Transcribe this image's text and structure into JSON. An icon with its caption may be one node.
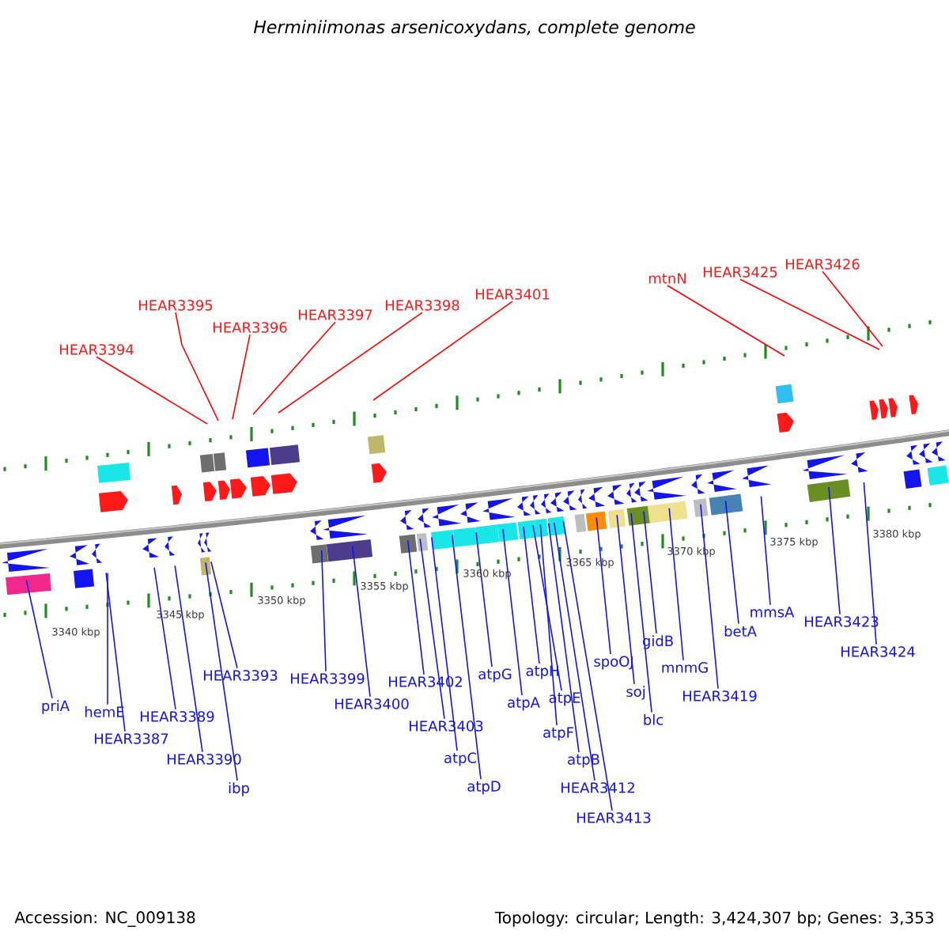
{
  "diagram": {
    "title": "Herminiimonas arsenicoxydans, complete genome",
    "nodes": [
      {
        "text": [
          "HEAR3394"
        ]
      },
      {
        "text": [
          "HEAR3395"
        ]
      },
      {
        "text": [
          "HEAR3396"
        ]
      },
      {
        "text": [
          "HEAR3397"
        ]
      },
      {
        "text": [
          "HEAR3398"
        ]
      },
      {
        "text": [
          "HEAR3401"
        ]
      },
      {
        "text": [
          "mtnN"
        ]
      },
      {
        "text": [
          "HEAR3425"
        ]
      },
      {
        "text": [
          "HEAR3426"
        ]
      },
      {
        "text": [
          "priA"
        ]
      },
      {
        "text": [
          "hemE"
        ]
      },
      {
        "text": [
          "HEAR3387"
        ]
      },
      {
        "text": [
          "HEAR3389"
        ]
      },
      {
        "text": [
          "HEAR3390"
        ]
      },
      {
        "text": [
          "ibp"
        ]
      },
      {
        "text": [
          "HEAR3393"
        ]
      },
      {
        "text": [
          "HEAR3399"
        ]
      },
      {
        "text": [
          "HEAR3400"
        ]
      },
      {
        "text": [
          "HEAR3402"
        ]
      },
      {
        "text": [
          "HEAR3403"
        ]
      },
      {
        "text": [
          "atpC"
        ]
      },
      {
        "text": [
          "atpD"
        ]
      },
      {
        "text": [
          "atpG"
        ]
      },
      {
        "text": [
          "atpA"
        ]
      },
      {
        "text": [
          "atpH"
        ]
      },
      {
        "text": [
          "atpE"
        ]
      },
      {
        "text": [
          "atpF"
        ]
      },
      {
        "text": [
          "atpB"
        ]
      },
      {
        "text": [
          "HEAR3412"
        ]
      },
      {
        "text": [
          "HEAR3413"
        ]
      },
      {
        "text": [
          "spoOJ"
        ]
      },
      {
        "text": [
          "soj"
        ]
      },
      {
        "text": [
          "blc"
        ]
      },
      {
        "text": [
          "gidB"
        ]
      },
      {
        "text": [
          "mnmG"
        ]
      },
      {
        "text": [
          "HEAR3419"
        ]
      },
      {
        "text": [
          "betA"
        ]
      },
      {
        "text": [
          "mmsA"
        ]
      },
      {
        "text": [
          "HEAR3423"
        ]
      },
      {
        "text": [
          "HEAR3424"
        ]
      }
    ],
    "edges": [
      {
        "from": 0,
        "to": null,
        "arrow": "none",
        "color": "#ff0000"
      },
      {
        "from": 1,
        "to": null,
        "arrow": "none",
        "color": "#ff0000"
      },
      {
        "from": 2,
        "to": null,
        "arrow": "none",
        "color": "#ff0000"
      },
      {
        "from": 3,
        "to": null,
        "arrow": "none",
        "color": "#ff0000"
      },
      {
        "from": 4,
        "to": null,
        "arrow": "none",
        "color": "#ff0000"
      },
      {
        "from": 5,
        "to": null,
        "arrow": "none",
        "color": "#ff0000"
      },
      {
        "from": 6,
        "to": null,
        "arrow": "none",
        "color": "#ff0000"
      },
      {
        "from": 7,
        "to": null,
        "arrow": "none",
        "color": "#ff0000"
      },
      {
        "from": 8,
        "to": null,
        "arrow": "none",
        "color": "#ff0000"
      },
      {
        "from": 9,
        "to": null,
        "arrow": "none"
      },
      {
        "from": 10,
        "to": null,
        "arrow": "none"
      },
      {
        "from": 11,
        "to": null,
        "arrow": "none"
      },
      {
        "from": 12,
        "to": null,
        "arrow": "none"
      },
      {
        "from": 13,
        "to": null,
        "arrow": "none"
      },
      {
        "from": 14,
        "to": null,
        "arrow": "none"
      },
      {
        "from": 15,
        "to": null,
        "arrow": "none"
      },
      {
        "from": 16,
        "to": null,
        "arrow": "none"
      },
      {
        "from": 17,
        "to": null,
        "arrow": "none"
      },
      {
        "from": 18,
        "to": null,
        "arrow": "none"
      },
      {
        "from": 19,
        "to": null,
        "arrow": "none"
      },
      {
        "from": 20,
        "to": null,
        "arrow": "none"
      },
      {
        "from": 21,
        "to": null,
        "arrow": "none"
      },
      {
        "from": 22,
        "to": null,
        "arrow": "none"
      },
      {
        "from": 23,
        "to": null,
        "arrow": "none"
      },
      {
        "from": 24,
        "to": null,
        "arrow": "none"
      },
      {
        "from": 25,
        "to": null,
        "arrow": "none"
      },
      {
        "from": 26,
        "to": null,
        "arrow": "none"
      },
      {
        "from": 27,
        "to": null,
        "arrow": "none"
      },
      {
        "from": 28,
        "to": null,
        "arrow": "none"
      },
      {
        "from": 29,
        "to": null,
        "arrow": "none"
      },
      {
        "from": 30,
        "to": null,
        "arrow": "none"
      },
      {
        "from": 31,
        "to": null,
        "arrow": "none"
      },
      {
        "from": 32,
        "to": null,
        "arrow": "none"
      },
      {
        "from": 33,
        "to": null,
        "arrow": "none"
      },
      {
        "from": 34,
        "to": null,
        "arrow": "none"
      },
      {
        "from": 35,
        "to": null,
        "arrow": "none"
      },
      {
        "from": 36,
        "to": null,
        "arrow": "none"
      },
      {
        "from": 37,
        "to": null,
        "arrow": "none"
      },
      {
        "from": 38,
        "to": null,
        "arrow": "none"
      },
      {
        "from": 39,
        "to": null,
        "arrow": "none"
      }
    ],
    "labels": [
      "3340 kbp",
      "3345 kbp",
      "3350 kbp",
      "3355 kbp",
      "3360 kbp",
      "3365 kbp",
      "3370 kbp",
      "3375 kbp",
      "3380 kbp",
      "Accession: NC_009138",
      "Topology: circular; Length: 3,424,307 bp; Genes: 3,353"
    ]
  }
}
